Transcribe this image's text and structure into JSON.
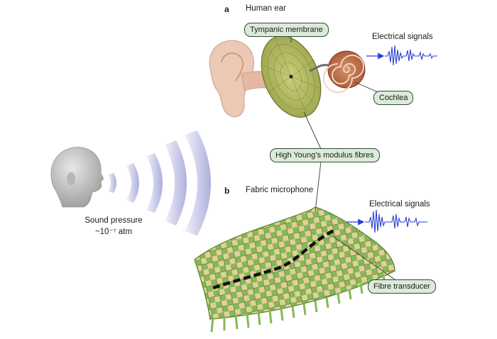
{
  "panel_a": {
    "letter": "a",
    "title": "Human ear"
  },
  "panel_b": {
    "letter": "b",
    "title": "Fabric microphone"
  },
  "labels": {
    "tympanic_membrane": "Tympanic membrane",
    "cochlea": "Cochlea",
    "high_modulus_fibres": "High Young’s modulus fibres",
    "fibre_transducer": "Fibre transducer",
    "electrical_signals_top": "Electrical signals",
    "electrical_signals_bottom": "Electrical signals"
  },
  "sound": {
    "line1": "Sound pressure",
    "line2": "~10⁻⁷ atm"
  },
  "colors": {
    "signal_blue": "#2a3fd6",
    "fabric_green": "#86b855",
    "fabric_tan": "#e2cf9a",
    "wave_lavender": "#c9c9e8",
    "skin": "#ecc9b5",
    "cochlea_brown": "#b86f4c",
    "label_fill": "#dcebd9"
  }
}
